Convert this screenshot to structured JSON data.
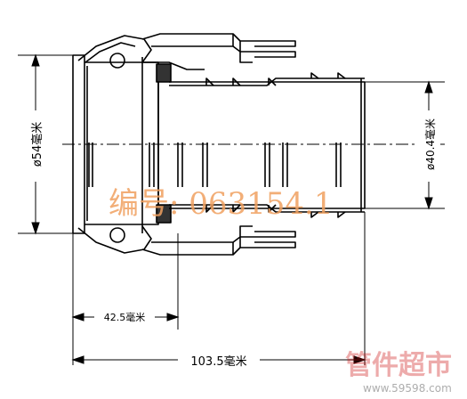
{
  "dimensions": {
    "outer_diameter": "ø54毫米",
    "hose_diameter": "ø40.4毫米",
    "body_length": "42.5毫米",
    "overall_length": "103.5毫米"
  },
  "watermark": {
    "code": "编号: 063154.1"
  },
  "site_logo": {
    "brand": "管件超市",
    "url": "www.59598.com"
  }
}
